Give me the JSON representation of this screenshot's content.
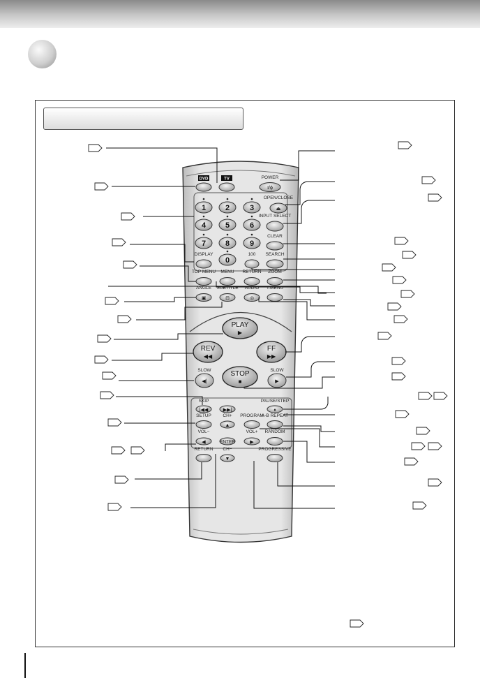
{
  "remote": {
    "buttons": [
      {
        "id": "dvd-button",
        "label": "DVD"
      },
      {
        "id": "tv-button",
        "label": "TV"
      },
      {
        "id": "power-button",
        "label": "POWER",
        "sub": "I/ϕ"
      },
      {
        "id": "open-close-button",
        "label": "OPEN/CLOSE"
      },
      {
        "id": "input-select-button",
        "label": "INPUT SELECT"
      },
      {
        "id": "clear-button",
        "label": "CLEAR"
      },
      {
        "id": "search-button",
        "label": "SEARCH"
      },
      {
        "id": "display-button",
        "label": "DISPLAY"
      },
      {
        "id": "100-button",
        "label": "100"
      },
      {
        "id": "top-menu-button",
        "label": "TOP MENU"
      },
      {
        "id": "menu-button",
        "label": "MENU"
      },
      {
        "id": "return-button-top",
        "label": "RETURN"
      },
      {
        "id": "zoom-button",
        "label": "ZOOM"
      },
      {
        "id": "angle-button",
        "label": "ANGLE"
      },
      {
        "id": "subtitle-button",
        "label": "SUBTITLE"
      },
      {
        "id": "audio-button",
        "label": "AUDIO"
      },
      {
        "id": "t-menu-button",
        "label": "T.MENU"
      },
      {
        "id": "play-button",
        "label": "PLAY"
      },
      {
        "id": "rev-button",
        "label": "REV"
      },
      {
        "id": "ff-button",
        "label": "FF"
      },
      {
        "id": "slow-rev-button",
        "label": "SLOW"
      },
      {
        "id": "stop-button",
        "label": "STOP"
      },
      {
        "id": "slow-fwd-button",
        "label": "SLOW"
      },
      {
        "id": "skip-button",
        "label": "SKIP"
      },
      {
        "id": "pause-step-button",
        "label": "PAUSE/STEP"
      },
      {
        "id": "setup-button",
        "label": "SETUP"
      },
      {
        "id": "ch-up-button",
        "label": "CH+"
      },
      {
        "id": "program-button",
        "label": "PROGRAM"
      },
      {
        "id": "ab-repeat-button",
        "label": "A-B REPEAT"
      },
      {
        "id": "vol-down-button",
        "label": "VOL−"
      },
      {
        "id": "enter-button",
        "label": "ENTER"
      },
      {
        "id": "vol-up-button",
        "label": "VOL+"
      },
      {
        "id": "random-button",
        "label": "RANDOM"
      },
      {
        "id": "return-button",
        "label": "RETURN"
      },
      {
        "id": "ch-down-button",
        "label": "CH−"
      },
      {
        "id": "progressive-button",
        "label": "PROGRESSIVE"
      }
    ],
    "digits": [
      "1",
      "2",
      "3",
      "4",
      "5",
      "6",
      "7",
      "8",
      "9",
      "0"
    ]
  }
}
